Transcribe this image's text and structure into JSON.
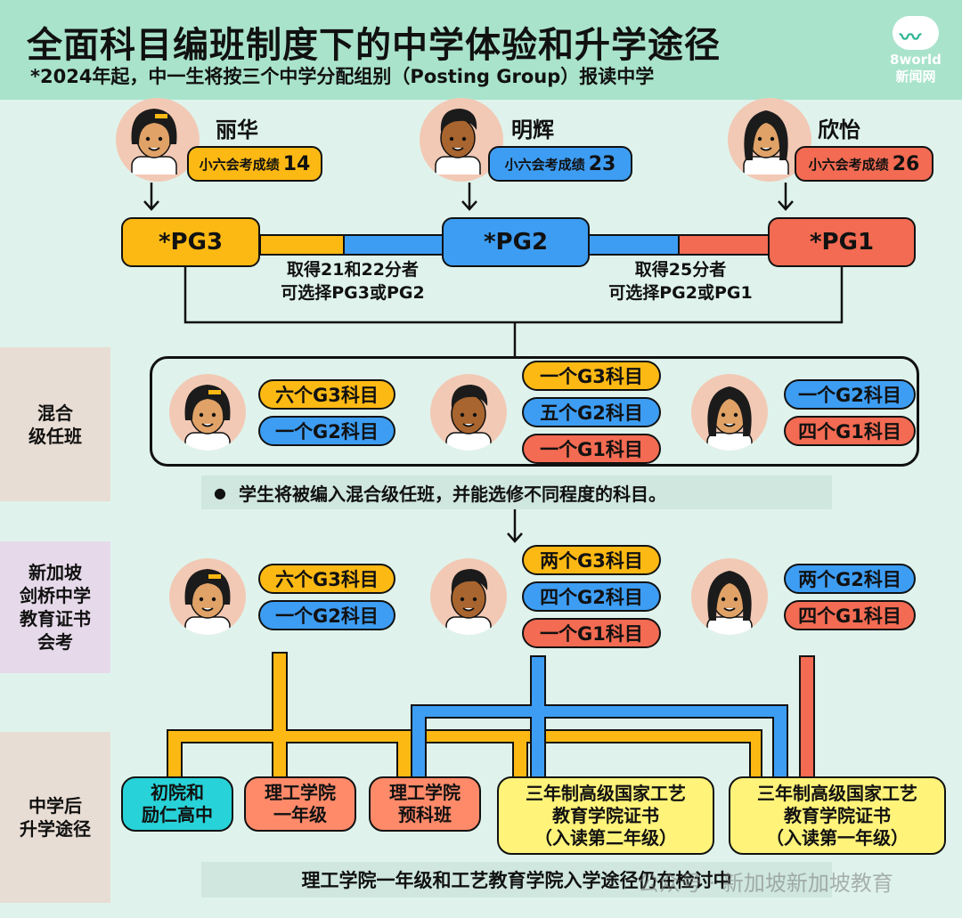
{
  "header": {
    "title": "全面科目编班制度下的中学体验和升学途径",
    "subtitle": "*2024年起，中一生将按三个中学分配组别（Posting Group）报读中学",
    "logo_line1": "8world",
    "logo_line2": "新闻网"
  },
  "students": [
    {
      "name": "丽华",
      "score_label": "小六会考成绩",
      "score": "14"
    },
    {
      "name": "明辉",
      "score_label": "小六会考成绩",
      "score": "23"
    },
    {
      "name": "欣怡",
      "score_label": "小六会考成绩",
      "score": "26"
    }
  ],
  "posting_groups": [
    "*PG3",
    "*PG2",
    "*PG1"
  ],
  "choice_notes": [
    {
      "line1": "取得21和22分者",
      "line2": "可选择PG3或PG2"
    },
    {
      "line1": "取得25分者",
      "line2": "可选择PG2或PG1"
    }
  ],
  "sections": {
    "mixed": "混合\n级任班",
    "exam": "新加坡\n剑桥中学\n教育证书\n会考",
    "post": "中学后\n升学途径"
  },
  "mixed_subjects": [
    [
      "六个G3科目",
      "一个G2科目"
    ],
    [
      "一个G3科目",
      "五个G2科目",
      "一个G1科目"
    ],
    [
      "一个G2科目",
      "四个G1科目"
    ]
  ],
  "mixed_note": "学生将被编入混合级任班，并能选修不同程度的科目。",
  "exam_subjects": [
    [
      "六个G3科目",
      "一个G2科目"
    ],
    [
      "两个G3科目",
      "四个G2科目",
      "一个G1科目"
    ],
    [
      "两个G2科目",
      "四个G1科目"
    ]
  ],
  "pathways": [
    {
      "line1": "初院和",
      "line2": "励仁高中"
    },
    {
      "line1": "理工学院",
      "line2": "一年级"
    },
    {
      "line1": "理工学院",
      "line2": "预科班"
    },
    {
      "line1": "三年制高级国家工艺",
      "line2": "教育学院证书",
      "line3": "（入读第二年级）"
    },
    {
      "line1": "三年制高级国家工艺",
      "line2": "教育学院证书",
      "line3": "（入读第一年级）"
    }
  ],
  "footer_note": "理工学院一年级和工艺教育学院入学途径仍在检讨中",
  "watermark": "公众号 · 新加坡新加坡教育",
  "colors": {
    "g3": "#fdb913",
    "g2": "#3d9df3",
    "g1": "#f26b52",
    "jc": "#27d3d8",
    "ite": "#fff37a",
    "poly": "#ff8a6a"
  }
}
